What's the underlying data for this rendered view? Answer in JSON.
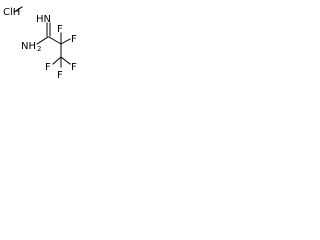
{
  "molecule": {
    "salt": "ClH",
    "atoms": {
      "imine": "HN",
      "amine_n": "NH",
      "amine_h": "2",
      "f1": "F",
      "f2": "F",
      "f3": "F",
      "f4": "F",
      "f5": "F"
    }
  }
}
